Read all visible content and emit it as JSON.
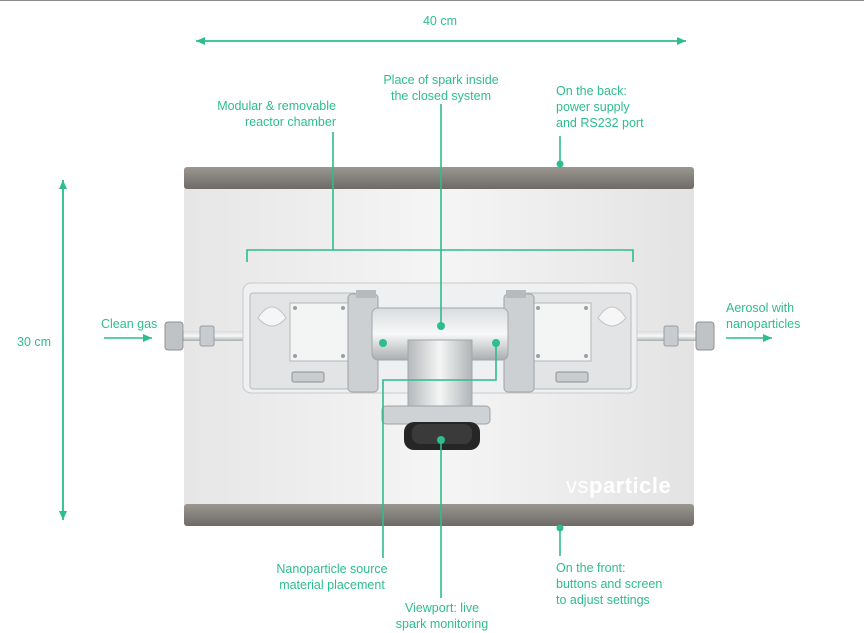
{
  "dimensions": {
    "width_label": "40 cm",
    "height_label": "30 cm"
  },
  "labels": {
    "spark_place": [
      "Place of spark inside",
      "the closed system"
    ],
    "reactor": [
      "Modular & removable",
      "reactor chamber"
    ],
    "back": [
      "On the back:",
      "power supply",
      "and RS232 port"
    ],
    "clean_gas": "Clean gas",
    "aerosol": [
      "Aerosol with",
      "nanoparticles"
    ],
    "source": [
      "Nanoparticle source",
      "material placement"
    ],
    "front": [
      "On the front:",
      "buttons and screen",
      "to adjust settings"
    ],
    "viewport": [
      "Viewport: live",
      "spark monitoring"
    ]
  },
  "brand": {
    "prefix": "vs",
    "name": "particle"
  },
  "colors": {
    "accent": "#2dbd8e",
    "housing": "#ececec",
    "end_caps": "#7a7672",
    "metal": "#cfd2d4"
  }
}
